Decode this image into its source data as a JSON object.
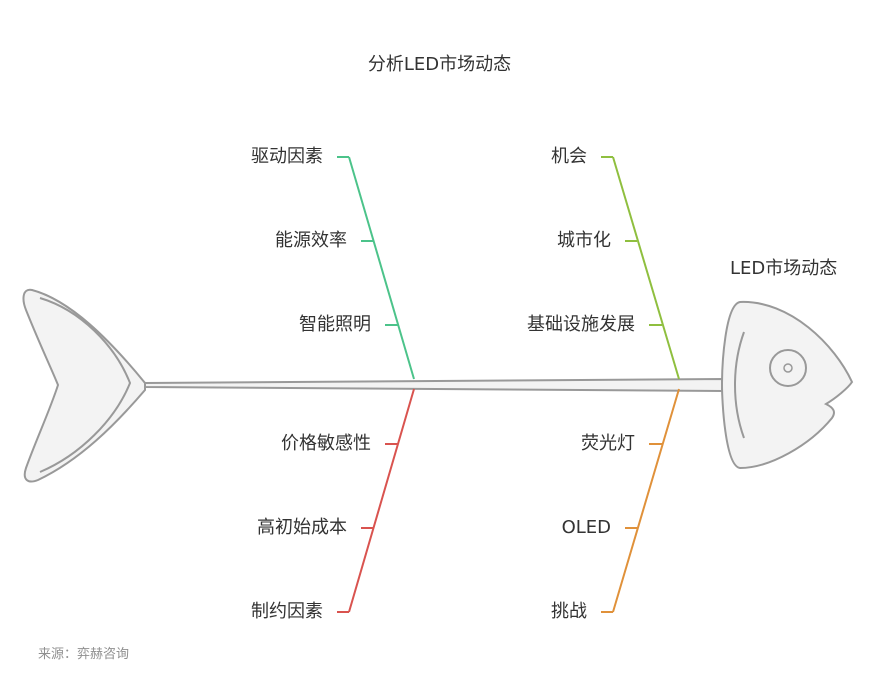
{
  "title": "分析LED市场动态",
  "effect_label": "LED市场动态",
  "source": "来源：弈赫咨询",
  "colors": {
    "spine": "#999999",
    "fish_fill": "#f3f3f3",
    "drivers": "#4cc38a",
    "opportunities": "#8fbf3f",
    "constraints": "#d9534f",
    "challenges": "#e0913a"
  },
  "branches": {
    "top_left": {
      "label": "驱动因素",
      "items": [
        "能源效率",
        "智能照明"
      ]
    },
    "top_right": {
      "label": "机会",
      "items": [
        "城市化",
        "基础设施发展"
      ]
    },
    "bottom_left": {
      "label": "制约因素",
      "items": [
        "价格敏感性",
        "高初始成本"
      ]
    },
    "bottom_right": {
      "label": "挑战",
      "items": [
        "荧光灯",
        "OLED"
      ]
    }
  }
}
